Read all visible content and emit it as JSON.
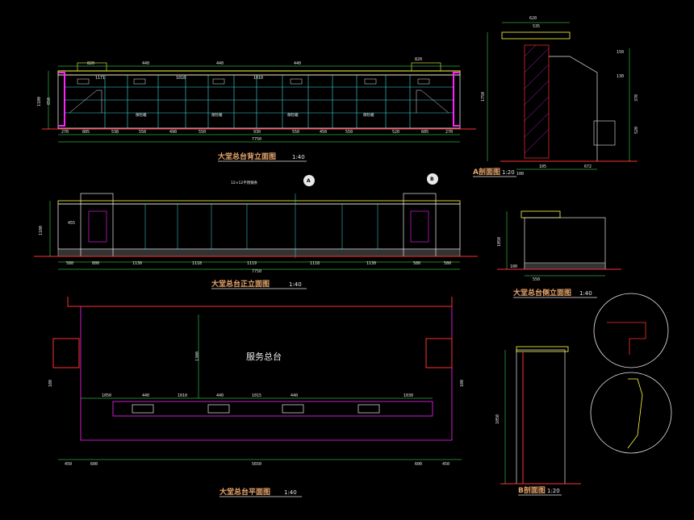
{
  "titles": {
    "back_elevation": "大堂总台背立面图",
    "front_elevation": "大堂总台正立面图",
    "plan": "大堂总台平面图",
    "section_a": "A剖面图",
    "side_elevation": "大堂总台侧立面图",
    "section_b": "B剖面图"
  },
  "scales": {
    "back_elevation": "1:40",
    "front_elevation": "1:40",
    "plan": "1:40",
    "section_a": "1:20",
    "side_elevation": "1:40",
    "section_b": "1:20"
  },
  "back_elevation": {
    "bottom_dims": [
      "270",
      "805",
      "538",
      "550",
      "490",
      "550",
      "930",
      "550",
      "450",
      "550",
      "520",
      "605",
      "270"
    ],
    "total": "7750",
    "top_dims": [
      "820",
      "440",
      "1010",
      "440",
      "1010",
      "440",
      "1171",
      "820"
    ],
    "left_dims": [
      "1100",
      "850"
    ],
    "cabinet_labels": [
      "保险箱",
      "保险箱",
      "保险箱",
      "保险箱"
    ]
  },
  "front_elevation": {
    "bottom_dims": [
      "580",
      "800",
      "1130",
      "1118",
      "1119",
      "1118",
      "1130",
      "580",
      "580"
    ],
    "total": "7750",
    "left_dims": [
      "1100",
      "455"
    ],
    "leader_note": "12×12不锈钢条",
    "markers": [
      "A",
      "B"
    ]
  },
  "plan": {
    "center_label": "服务总台",
    "bottom_dims": [
      "450",
      "600",
      "5650",
      "600",
      "450"
    ],
    "inner_dims": [
      "1050",
      "440",
      "1010",
      "440",
      "1015",
      "440",
      "1030"
    ],
    "depth_dim": "1300",
    "left_dim": "100",
    "right_dim": "100"
  },
  "section_a": {
    "top_dims": [
      "620",
      "535"
    ],
    "right_dims": [
      "150",
      "130",
      "370",
      "520"
    ],
    "left_dims": [
      "1750"
    ],
    "bottom_dims": [
      "100",
      "105",
      "672"
    ]
  },
  "side_elevation": {
    "left_dims": [
      "1050",
      "100"
    ],
    "bottom_dim": "550"
  },
  "section_b": {
    "left_dims": [
      "1050"
    ]
  },
  "colors": {
    "magenta": "#ff22ff",
    "yellow": "#ffff40",
    "cyan": "#40e0e0",
    "green": "#40ff60",
    "red": "#ff3030",
    "title": "#e9a66b",
    "white": "#e8e8e8"
  }
}
